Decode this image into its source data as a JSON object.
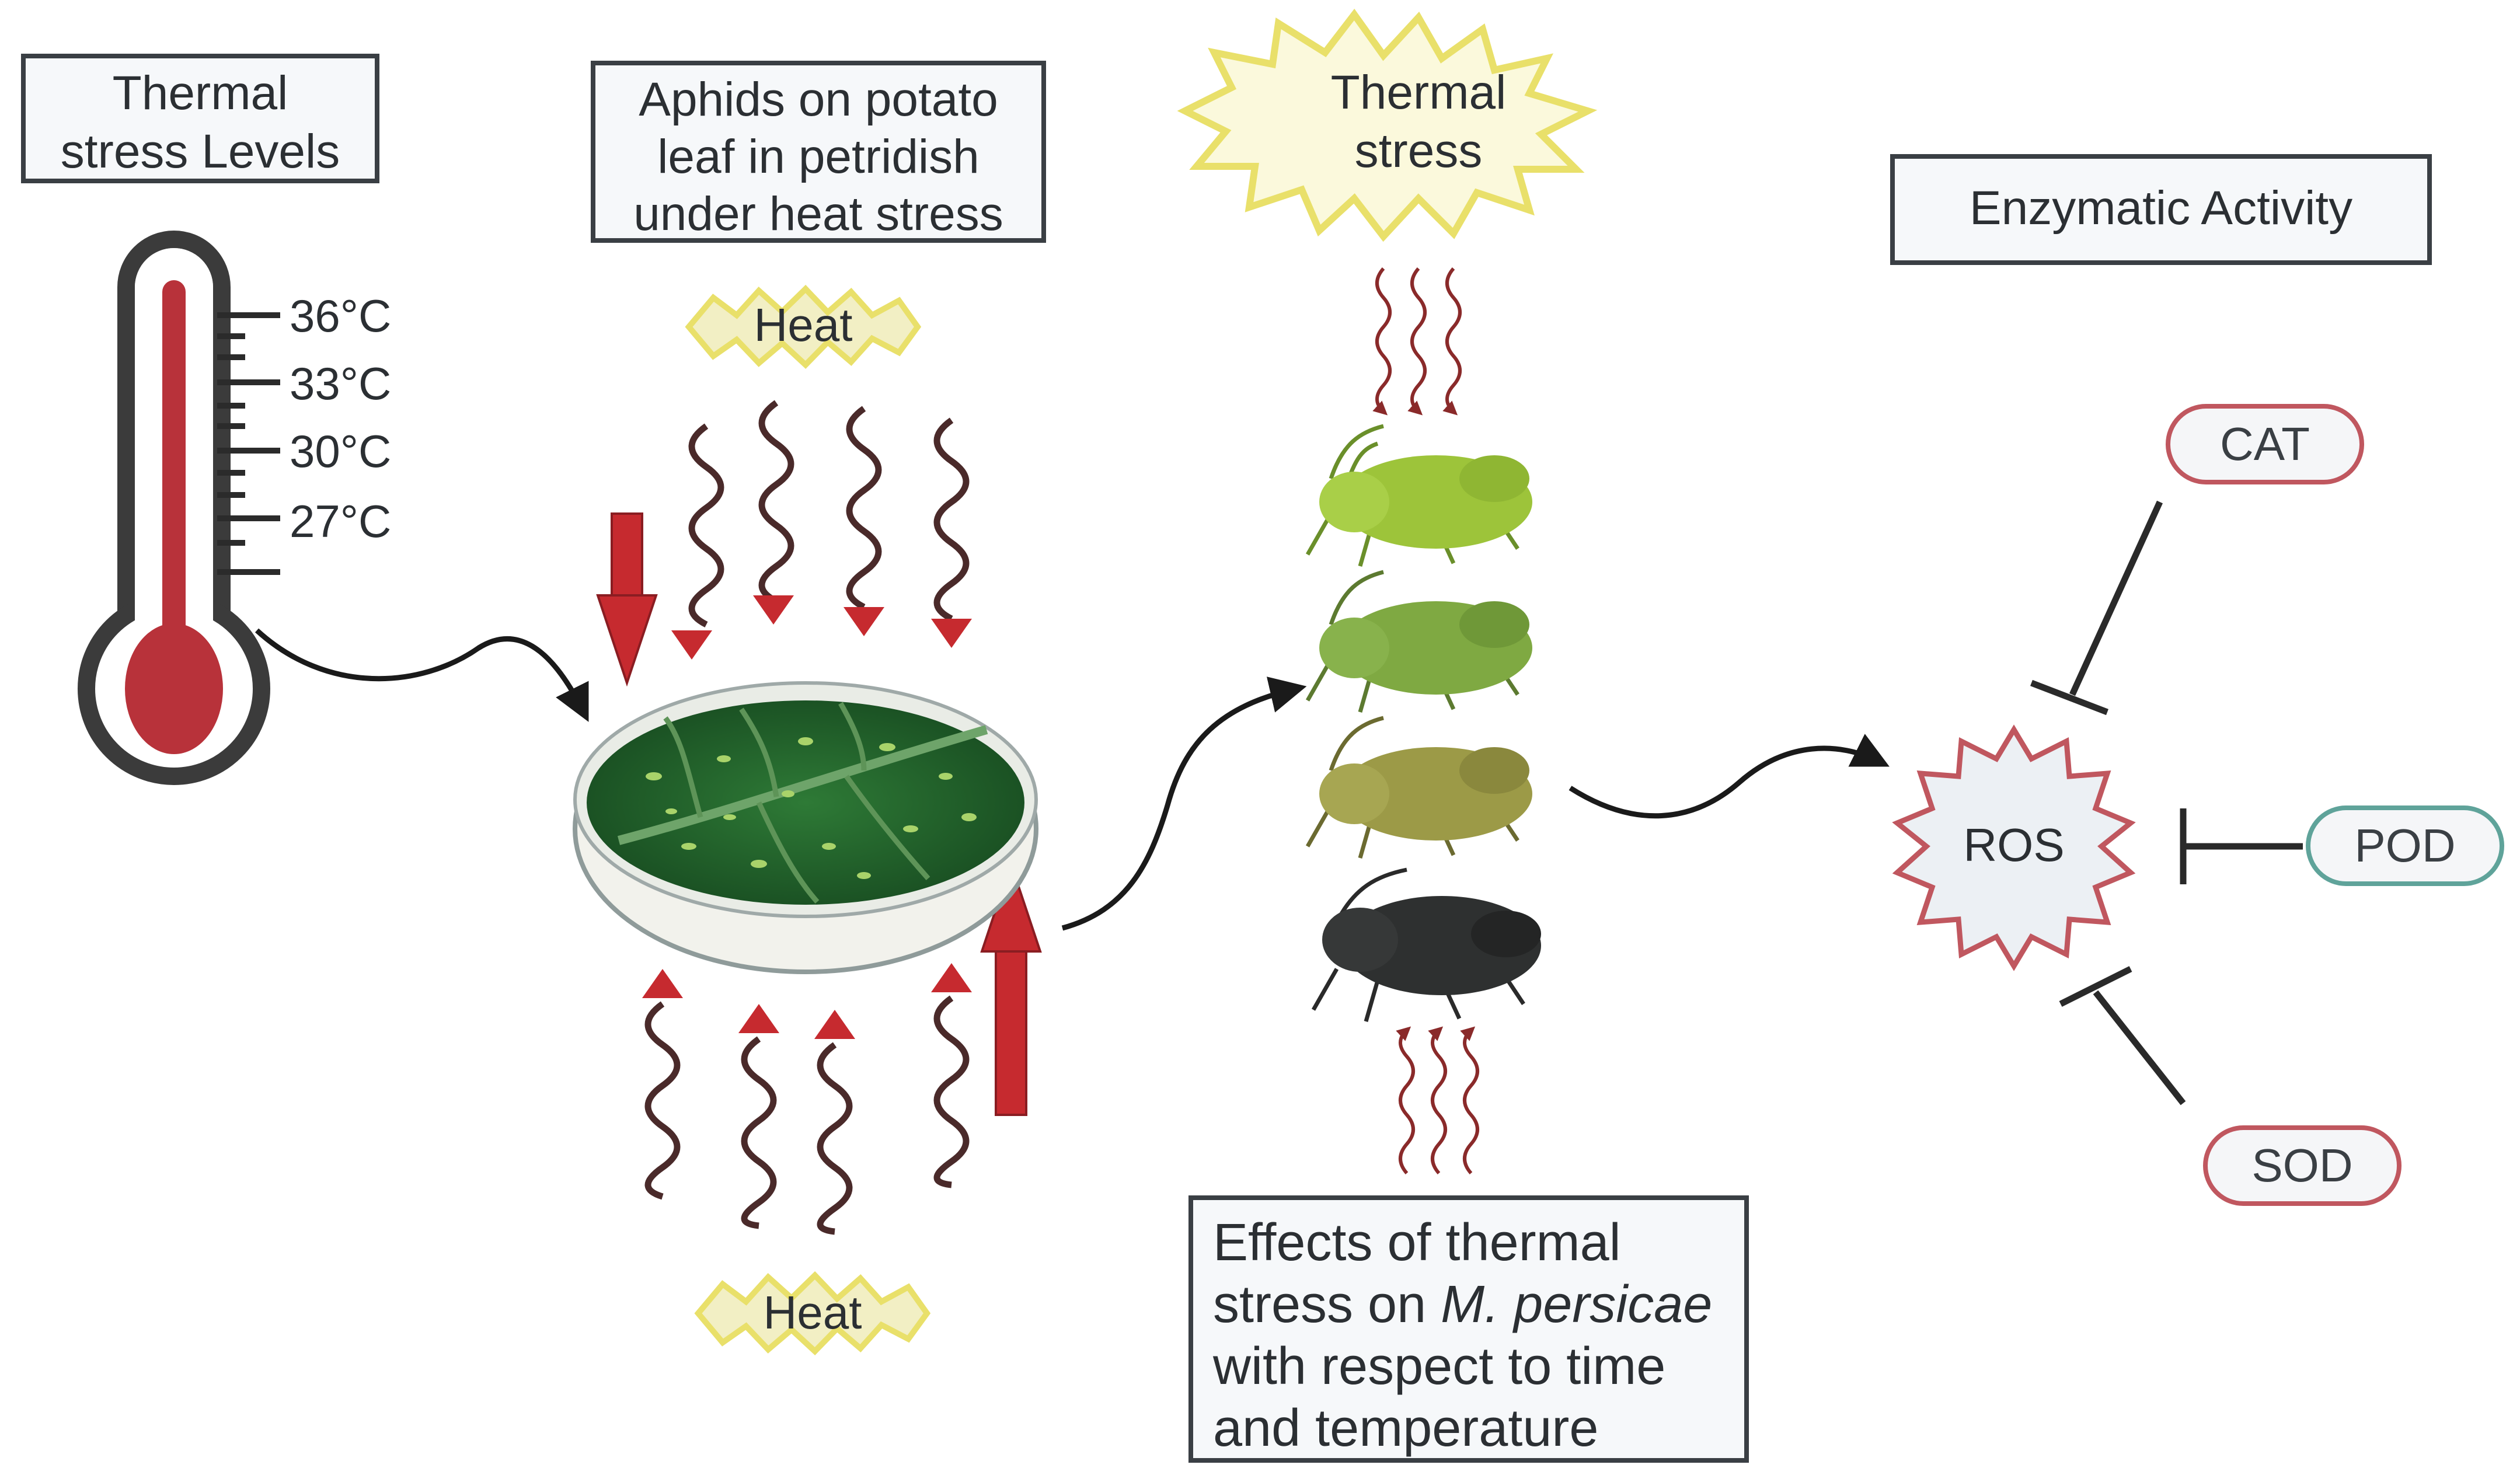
{
  "boxes": {
    "thermal_levels": [
      "Thermal",
      "stress Levels"
    ],
    "aphids": [
      "Aphids on potato",
      "leaf in petridish",
      "under heat stress"
    ],
    "thermal_stress": [
      "Thermal",
      "stress"
    ],
    "enzymatic": "Enzymatic Activity",
    "effects": {
      "line1": "Effects of thermal",
      "line2_pre": "stress on ",
      "line2_italic": "M. persicae",
      "line3": "with respect to time",
      "line4": "and temperature"
    }
  },
  "thermometer": {
    "labels": [
      "36°C",
      "33°C",
      "30°C",
      "27°C"
    ]
  },
  "heat": {
    "top": "Heat",
    "bottom": "Heat"
  },
  "ros": "ROS",
  "enzymes": {
    "cat": "CAT",
    "pod": "POD",
    "sod": "SOD"
  },
  "colors": {
    "thermometer_red": "#b8323a",
    "arrow_red": "#c62a2f",
    "wave_dark": "#4a2a2a",
    "leaf_green": "#1f5c2a",
    "ros_outline": "#c0575f",
    "pod_outline": "#5fa39a",
    "heat_burst": "#e9e06a",
    "aphid_colors": [
      "#9dc43a",
      "#7fa942",
      "#9c9a47",
      "#2e3030"
    ]
  }
}
